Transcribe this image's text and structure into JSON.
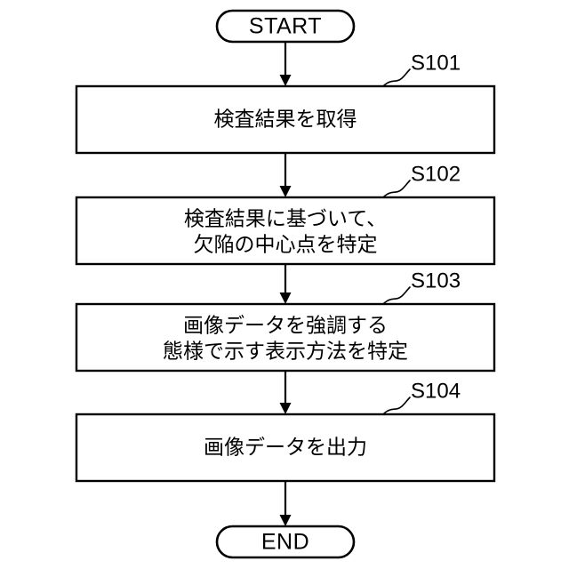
{
  "diagram": {
    "type": "flowchart",
    "orientation": "vertical",
    "background_color": "#ffffff",
    "stroke_color": "#000000",
    "start_label": "START",
    "end_label": "END",
    "nodes": [
      {
        "id": "start",
        "kind": "terminal",
        "text": "START"
      },
      {
        "id": "s101",
        "kind": "process",
        "step": "S101",
        "lines": [
          "検査結果を取得"
        ]
      },
      {
        "id": "s102",
        "kind": "process",
        "step": "S102",
        "lines": [
          "検査結果に基づいて、",
          "欠陥の中心点を特定"
        ]
      },
      {
        "id": "s103",
        "kind": "process",
        "step": "S103",
        "lines": [
          "画像データを強調する",
          "態様で示す表示方法を特定"
        ]
      },
      {
        "id": "s104",
        "kind": "process",
        "step": "S104",
        "lines": [
          "画像データを出力"
        ]
      },
      {
        "id": "end",
        "kind": "terminal",
        "text": "END"
      }
    ]
  }
}
